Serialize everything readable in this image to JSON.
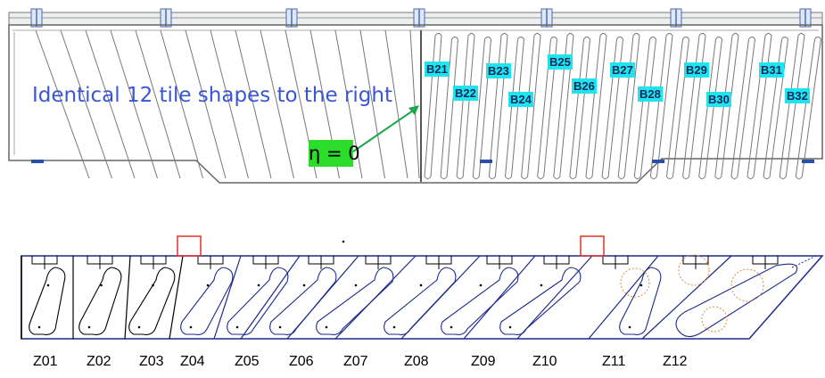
{
  "annotation_text": "Identical 12 tile shapes to the right",
  "eta_label": "η = 0",
  "colors": {
    "label_bg": "#1fe3ef",
    "eta_bg": "#2bdc2b",
    "annotation_text": "#3a55d6",
    "arrow": "#1aa84a",
    "marker_box": "#e0302a",
    "tile_outline_blue": "#1c2a8c"
  },
  "top_labels": [
    "B21",
    "B22",
    "B23",
    "B24",
    "B25",
    "B26",
    "B27",
    "B28",
    "B29",
    "B30",
    "B31",
    "B32"
  ],
  "zone_labels": [
    "Z01",
    "Z02",
    "Z03",
    "Z04",
    "Z05",
    "Z06",
    "Z07",
    "Z08",
    "Z09",
    "Z10",
    "Z11",
    "Z12"
  ]
}
